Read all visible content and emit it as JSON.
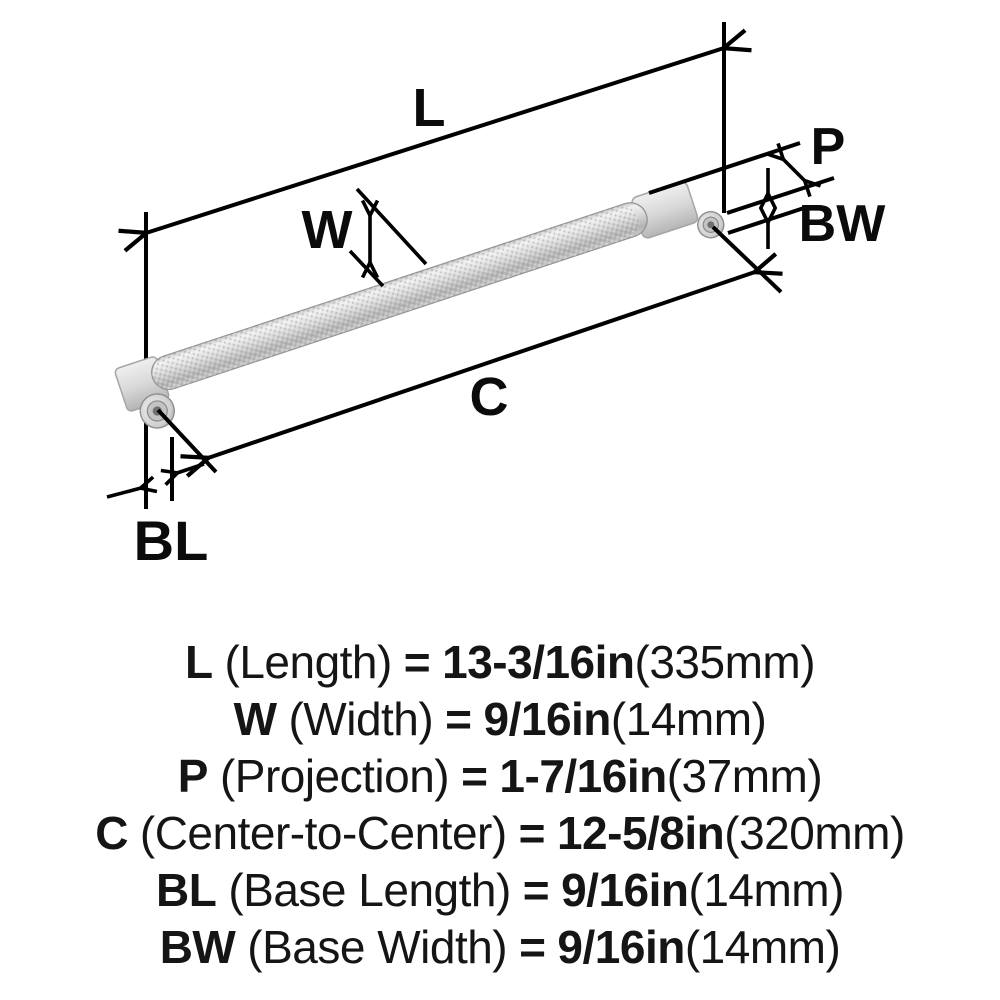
{
  "colors": {
    "line": "#000000",
    "text": "#151515",
    "metal_light": "#f3f3f3",
    "metal_mid": "#cfcfcf",
    "metal_dark": "#9e9e9e"
  },
  "diagram": {
    "dim_labels": {
      "L": "L",
      "W": "W",
      "P": "P",
      "BW": "BW",
      "C": "C",
      "BL": "BL"
    }
  },
  "specs": {
    "rows": [
      {
        "code": "L",
        "name": "(Length)",
        "eq": "=",
        "inch": "13-3/16in",
        "mm": "(335mm)"
      },
      {
        "code": "W",
        "name": "(Width)",
        "eq": "=",
        "inch": "9/16in",
        "mm": "(14mm)"
      },
      {
        "code": "P",
        "name": "(Projection)",
        "eq": "=",
        "inch": "1-7/16in",
        "mm": "(37mm)"
      },
      {
        "code": "C",
        "name": "(Center-to-Center)",
        "eq": "=",
        "inch": "12-5/8in",
        "mm": "(320mm)"
      },
      {
        "code": "BL",
        "name": "(Base Length)",
        "eq": "=",
        "inch": "9/16in",
        "mm": "(14mm)"
      },
      {
        "code": "BW",
        "name": "(Base Width)",
        "eq": "=",
        "inch": "9/16in",
        "mm": "(14mm)"
      }
    ]
  }
}
